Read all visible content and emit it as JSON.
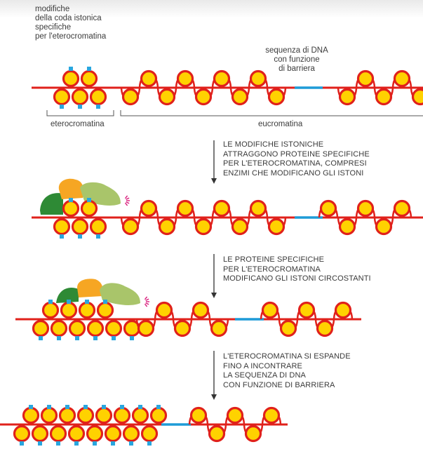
{
  "labels": {
    "modifications": [
      "modifiche",
      "della coda istonica",
      "specifiche",
      "per l'eterocromatina"
    ],
    "barrier": [
      "sequenza di DNA",
      "con funzione",
      "di barriera"
    ],
    "heterochromatin": "eterocromatina",
    "euchromatin": "eucromatina"
  },
  "steps": [
    [
      "LE MODIFICHE ISTONICHE",
      "ATTRAGGONO PROTEINE SPECIFICHE",
      "PER L'ETEROCROMATINA, COMPRESI",
      "ENZIMI CHE MODIFICANO GLI ISTONI"
    ],
    [
      "LE PROTEINE SPECIFICHE",
      "PER L'ETEROCROMATINA",
      "MODIFICANO GLI ISTONI CIRCOSTANTI"
    ],
    [
      "L'ETEROCROMATINA SI ESPANDE",
      "FINO A INCONTRARE",
      "LA SEQUENZA DI DNA",
      "CON FUNZIONE DI BARRIERA"
    ]
  ],
  "colors": {
    "dna": "#e0211b",
    "nucleosome_fill": "#ffd200",
    "nucleosome_edge": "#e0211b",
    "barrier": "#1e9bd7",
    "mark": "#29a6df",
    "protein_dark_green": "#2e8a35",
    "protein_orange": "#f6a623",
    "protein_light_green": "#a9c56a",
    "arrow": "#333333"
  }
}
